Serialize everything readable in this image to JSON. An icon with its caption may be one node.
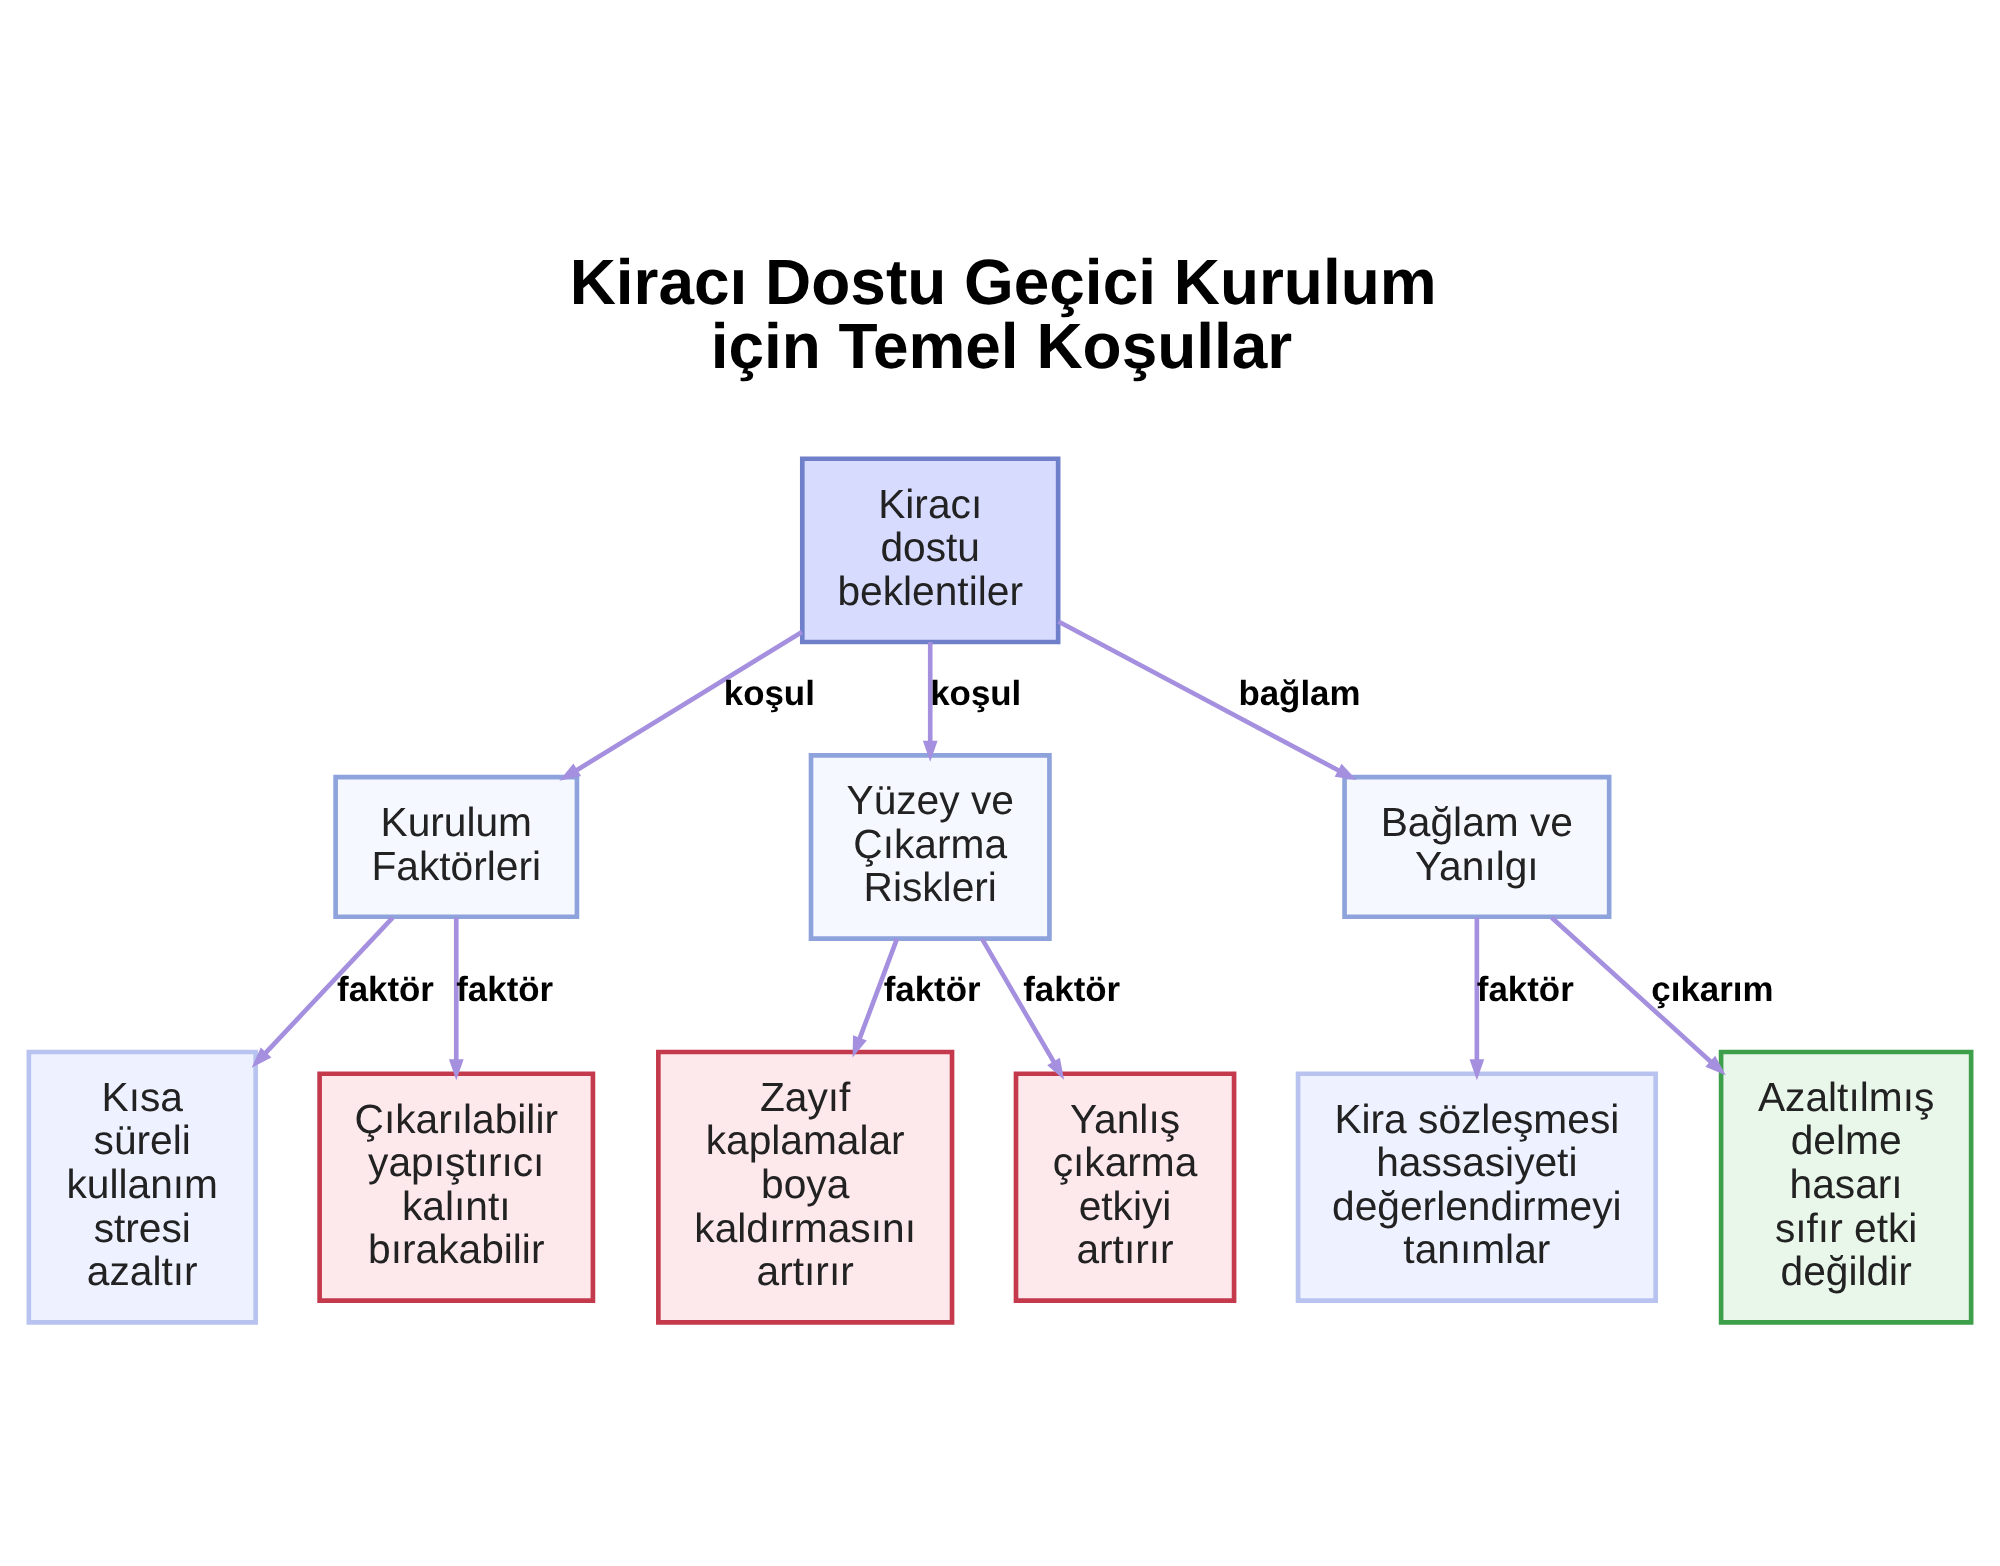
{
  "diagram": {
    "title": "Kiracı Dostu Geçici Kurulum için Temel Koşullar",
    "nodes": [
      {
        "text": [
          "Kiracı dostu beklentiler"
        ]
      },
      {
        "text": [
          "Kurulum Faktörleri"
        ]
      },
      {
        "text": [
          "Yüzey ve Çıkarma Riskleri"
        ]
      },
      {
        "text": [
          "Bağlam ve Yanılgı"
        ]
      },
      {
        "text": [
          "Kısa süreli kullanım stresi azaltır"
        ]
      },
      {
        "text": [
          "Çıkarılabilir yapıştırıcı kalıntı bırakabilir"
        ]
      },
      {
        "text": [
          "Zayıf kaplamalar boya kaldırmasını artırır"
        ]
      },
      {
        "text": [
          "Yanlış çıkarma etkiyi artırır"
        ]
      },
      {
        "text": [
          "Kira sözleşmesi hassasiyeti değerlendirmeyi tanımlar"
        ]
      },
      {
        "text": [
          "Azaltılmış delme hasarı sıfır etki değildir"
        ]
      }
    ],
    "edges": [
      {
        "from": 0,
        "to": 1,
        "arrow": "to",
        "label": "koşul"
      },
      {
        "from": 0,
        "to": 2,
        "arrow": "to",
        "label": "koşul"
      },
      {
        "from": 0,
        "to": 3,
        "arrow": "to",
        "label": "bağlam"
      },
      {
        "from": 1,
        "to": 4,
        "arrow": "to",
        "label": "faktör"
      },
      {
        "from": 1,
        "to": 5,
        "arrow": "to",
        "label": "faktör"
      },
      {
        "from": 2,
        "to": 6,
        "arrow": "to",
        "label": "faktör"
      },
      {
        "from": 2,
        "to": 7,
        "arrow": "to",
        "label": "faktör"
      },
      {
        "from": 3,
        "to": 8,
        "arrow": "to",
        "label": "faktör"
      },
      {
        "from": 3,
        "to": 9,
        "arrow": "to",
        "label": "çıkarım"
      }
    ]
  }
}
